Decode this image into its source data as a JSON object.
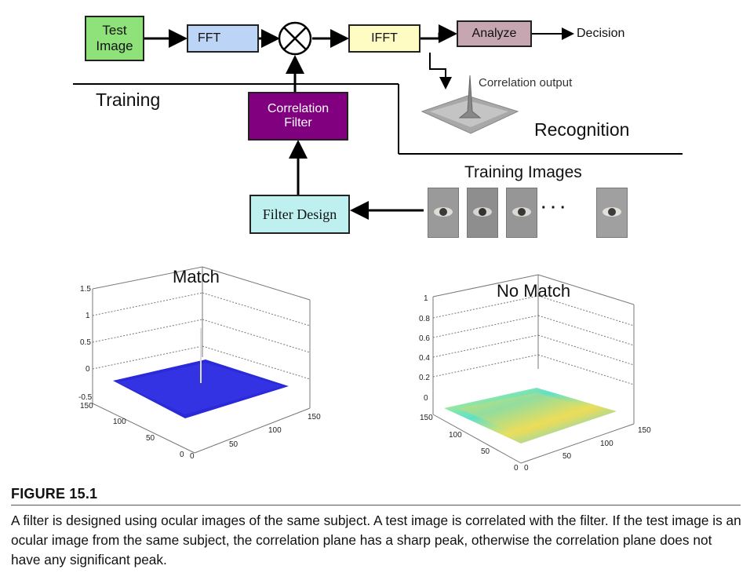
{
  "diagram": {
    "boxes": {
      "test_image": "Test\nImage",
      "fft": "FFT",
      "ifft": "IFFT",
      "analyze": "Analyze",
      "correlation_filter": "Correlation\nFilter",
      "filter_design": "Filter Design"
    },
    "labels": {
      "decision": "Decision",
      "correlation_output": "Correlation output",
      "training": "Training",
      "recognition": "Recognition",
      "training_images": "Training Images",
      "ellipsis": "·  ·  ·"
    },
    "multiplier_symbol": "⊗"
  },
  "plots": {
    "match": {
      "title": "Match",
      "z_ticks": [
        "1.5",
        "1",
        "0.5",
        "0",
        "-0.5"
      ],
      "y_ticks": [
        "150",
        "100",
        "50",
        "0"
      ],
      "x_ticks": [
        "0",
        "50",
        "100",
        "150"
      ],
      "surface_color": "#2a2ad8"
    },
    "no_match": {
      "title": "No Match",
      "z_ticks": [
        "1",
        "0.8",
        "0.6",
        "0.4",
        "0.2",
        "0"
      ],
      "y_ticks": [
        "150",
        "100",
        "50",
        "0"
      ],
      "x_ticks": [
        "0",
        "50",
        "100",
        "150"
      ]
    }
  },
  "figure": {
    "label": "FIGURE 15.1",
    "caption": "A filter is designed using ocular images of the same subject. A test image is correlated with the filter. If the test image is an ocular image from the same subject, the correlation plane has a sharp peak, otherwise the correlation plane does not have any significant peak."
  }
}
